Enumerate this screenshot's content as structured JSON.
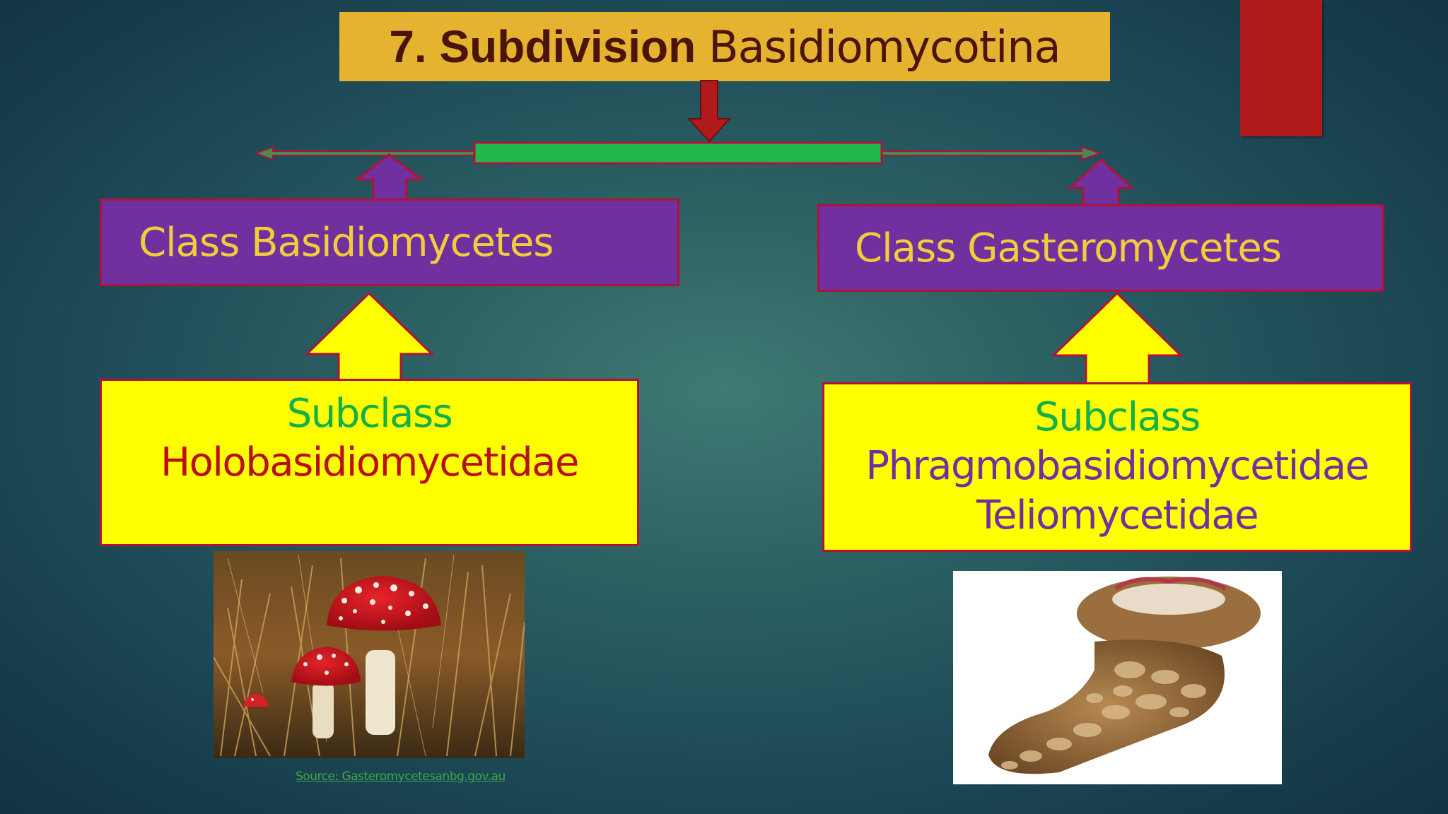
{
  "title": {
    "bold": "7. Subdivision",
    "normal": "Basidiomycotina"
  },
  "classes": {
    "left": "Class Basidiomycetes",
    "right": "Class Gasteromycetes"
  },
  "subclasses": {
    "left": {
      "label": "Subclass",
      "name": "Holobasidiomycetidae"
    },
    "right": {
      "label": "Subclass",
      "name": "Phragmobasidiomycetidae",
      "name2": "Teliomycetidae"
    }
  },
  "source": "Source: Gasteromycetesanbg.gov.au",
  "colors": {
    "title_bg": "#e5b32f",
    "class_bg": "#7030a0",
    "class_text": "#f2cd3a",
    "subclass_bg": "#ffff00",
    "subclass_label": "#12b04a",
    "subclass_left_name": "#b80f1a",
    "subclass_right_name": "#7030a0",
    "connector_bar": "#1fb84a",
    "arrow_red": "#b01a1a"
  }
}
